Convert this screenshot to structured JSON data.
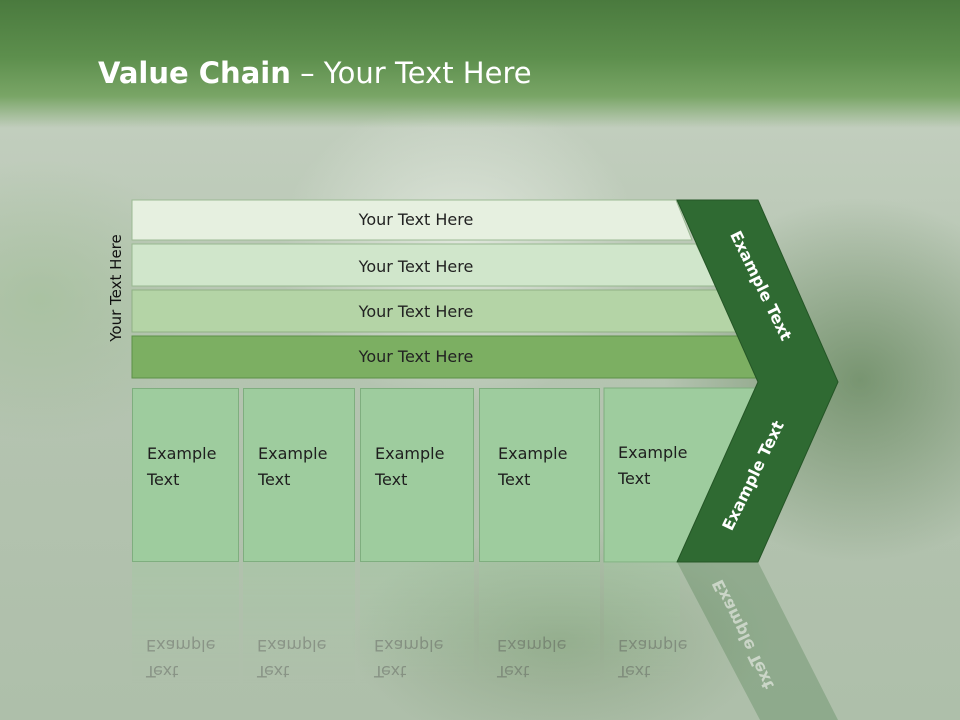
{
  "slide": {
    "title_bold": "Value Chain",
    "title_rest": " – Your Text Here"
  },
  "side_label": "Your Text Here",
  "rows": [
    {
      "label": "Your Text Here",
      "color": "#e6f0e0"
    },
    {
      "label": "Your Text Here",
      "color": "#d0e6cb"
    },
    {
      "label": "Your Text Here",
      "color": "#b4d4a6"
    },
    {
      "label": "Your Text Here",
      "color": "#7caf62"
    }
  ],
  "columns": [
    {
      "line1": "Example",
      "line2": "Text"
    },
    {
      "line1": "Example",
      "line2": "Text"
    },
    {
      "line1": "Example",
      "line2": "Text"
    },
    {
      "line1": "Example",
      "line2": "Text"
    },
    {
      "line1": "Example",
      "line2": "Text"
    }
  ],
  "chevron": {
    "upper_label": "Example Text",
    "lower_label": "Example Text",
    "color": "#2f6a32"
  }
}
